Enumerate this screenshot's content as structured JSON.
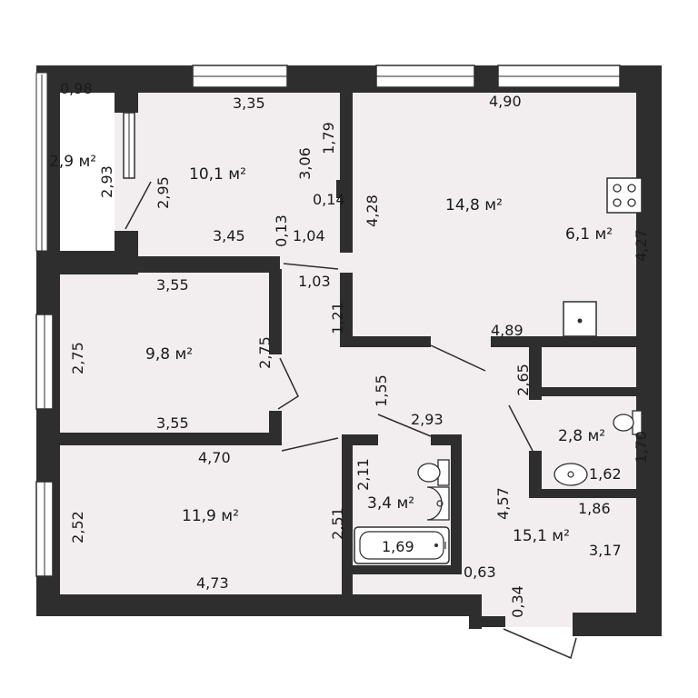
{
  "colors": {
    "wall": "#2e2e2e",
    "floor": "#f2eeef",
    "window": "#ffffff"
  },
  "rooms": [
    {
      "id": "balcony",
      "area": "2,9 м²"
    },
    {
      "id": "bedroom-top",
      "area": "10,1 м²"
    },
    {
      "id": "living-kitchen",
      "area": "14,8 м²"
    },
    {
      "id": "kitchen-zone",
      "area": "6,1 м²"
    },
    {
      "id": "bedroom-middle",
      "area": "9,8 м²"
    },
    {
      "id": "bedroom-bottom",
      "area": "11,9 м²"
    },
    {
      "id": "bathroom",
      "area": "3,4 м²"
    },
    {
      "id": "toilet",
      "area": "2,8 м²"
    },
    {
      "id": "hallway",
      "area": "15,1 м²"
    }
  ],
  "dimensions": {
    "balcony_width": "0,98",
    "balcony_length": "2,93",
    "bedroom_top_width": "3,35",
    "bedroom_top_left": "2,95",
    "bedroom_top_right": "3,06",
    "bedroom_top_right_upper": "1,79",
    "bedroom_top_bottom": "3,45",
    "niche_013": "0,13",
    "niche_014": "0,14",
    "niche_104": "1,04",
    "niche_103": "1,03",
    "niche_121": "1,21",
    "living_width": "4,90",
    "living_left": "4,28",
    "living_right": "4,27",
    "living_bottom": "4,89",
    "bedroom_mid_top": "3,55",
    "bedroom_mid_left": "2,75",
    "bedroom_mid_right": "2,75",
    "bedroom_mid_bottom": "3,55",
    "bedroom_bot_top": "4,70",
    "bedroom_bot_left": "2,52",
    "bedroom_bot_right": "2,51",
    "bedroom_bot_bottom": "4,73",
    "corridor_155": "1,55",
    "bath_top": "2,93",
    "bath_left": "2,11",
    "bath_tub": "1,69",
    "hall_457": "4,57",
    "hall_265": "2,65",
    "toilet_170": "1,70",
    "toilet_162": "1,62",
    "hall_186": "1,86",
    "hall_317": "3,17",
    "hall_063": "0,63",
    "hall_034": "0,34"
  }
}
